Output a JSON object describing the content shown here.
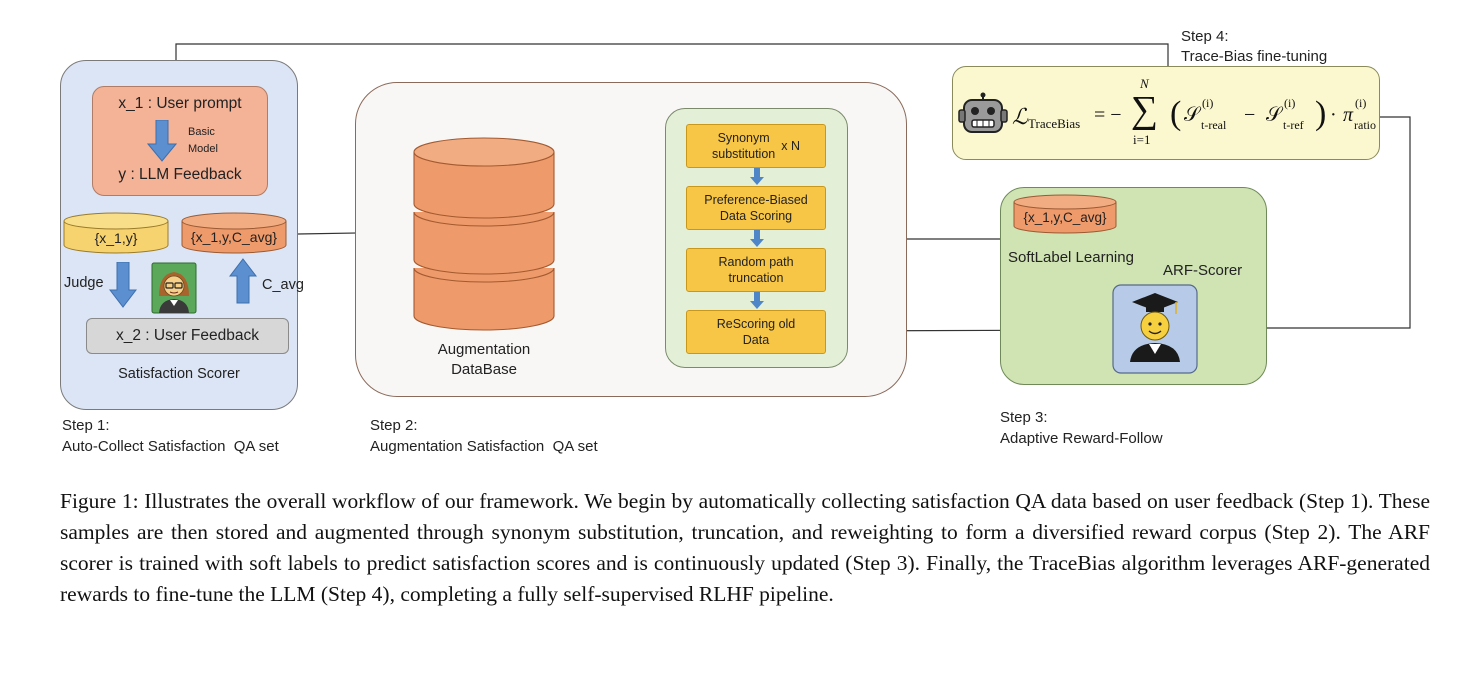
{
  "step1": {
    "prompt": "x_1 : User prompt",
    "model_label_line1": "Basic",
    "model_label_line2": "Model",
    "feedback": "y : LLM Feedback",
    "db_left": "{x_1,y}",
    "db_right": "{x_1,y,C_avg}",
    "judge": "Judge",
    "cavg": "C_avg",
    "user_feedback": "x_2 : User Feedback",
    "scorer": "Satisfaction Scorer",
    "step_title": "Step 1:",
    "step_desc": "Auto-Collect Satisfaction  QA set"
  },
  "step2": {
    "db_line1": "Augmentation",
    "db_line2": "DataBase",
    "box1_line1": "Synonym",
    "box1_line2": "substitution",
    "box1_suffix": "x N",
    "box2_line1": "Preference-Biased",
    "box2_line2": "Data Scoring",
    "box3_line1": "Random path",
    "box3_line2": "truncation",
    "box4_line1": "ReScoring old",
    "box4_line2": "Data",
    "step_title": "Step 2:",
    "step_desc": "Augmentation Satisfaction  QA set"
  },
  "step3": {
    "db": "{x_1,y,C_avg}",
    "softlabel": "SoftLabel Learning",
    "scorer": "ARF-Scorer",
    "step_title": "Step 3:",
    "step_desc": "Adaptive Reward-Follow"
  },
  "step4": {
    "step_title": "Step 4:",
    "step_desc": "Trace-Bias fine-tuning",
    "loss_symbol": "ℒ",
    "loss_sub": "TraceBias",
    "equals": "= −",
    "sum_symbol": "∑",
    "sum_top": "N",
    "sum_bottom": "i=1",
    "s_symbol": "𝒮",
    "sup": "(i)",
    "sub_real": "t-real",
    "sub_ref": "t-ref",
    "minus": "−",
    "dot": "·",
    "pi": "π",
    "sub_ratio": "ratio"
  },
  "caption": "Figure 1: Illustrates the overall workflow of our framework. We begin by automatically collecting satisfaction QA data based on user feedback (Step 1). These samples are then stored and augmented through synonym substitution, truncation, and reweighting to form a diversified reward corpus (Step 2). The ARF scorer is trained with soft labels to predict satisfaction scores and is continuously updated (Step 3). Finally, the TraceBias algorithm leverages ARF-generated rewards to fine-tune the LLM (Step 4), completing a fully self-supervised RLHF pipeline."
}
